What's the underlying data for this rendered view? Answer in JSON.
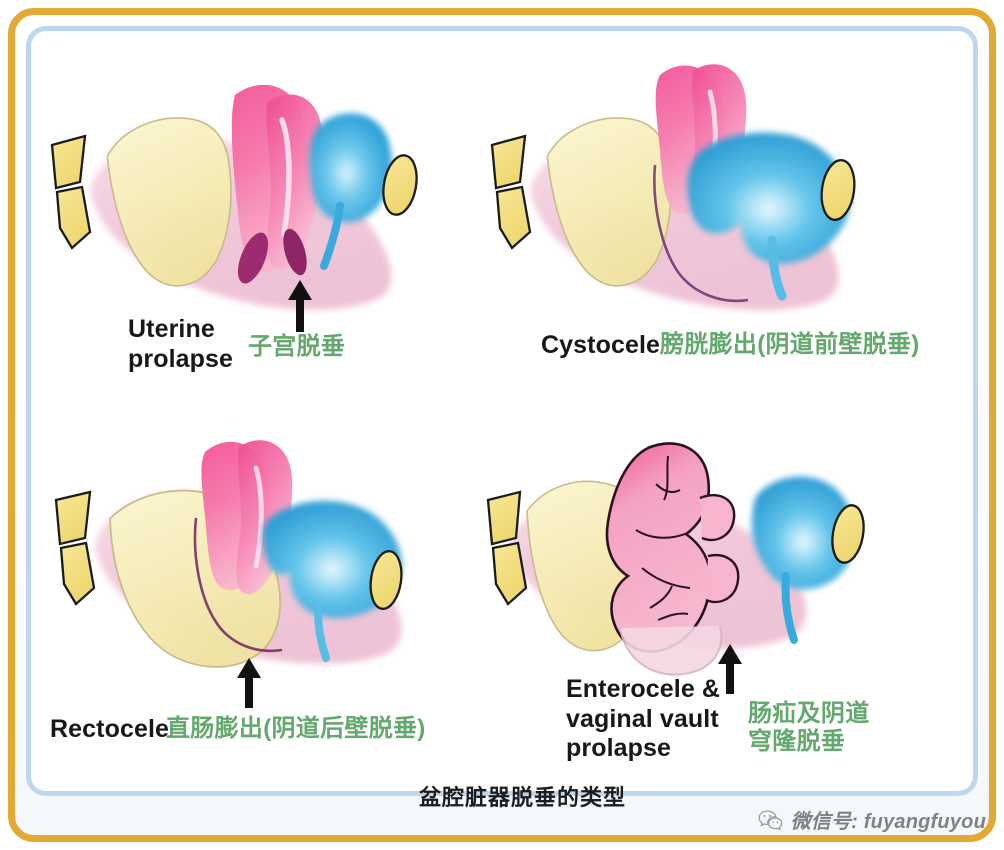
{
  "poster": {
    "caption": "盆腔脏器脱垂的类型",
    "frame_outer_color": "#e2a935",
    "frame_inner_color": "#bfd6ef",
    "background": "#ffffff"
  },
  "colors": {
    "label_english": "#18181a",
    "label_chinese": "#63a86d",
    "uterus_pink": "#f0609a",
    "uterus_pink_light": "#f7a7c4",
    "bladder_blue": "#2fa8dd",
    "bladder_blue_light": "#8ed6f2",
    "rectum_cream": "#f6edbb",
    "bone_yellow": "#f2dd7e",
    "tissue_pink": "#f2c6d6",
    "cervix_magenta": "#a32c72",
    "outline_dark": "#2a1020",
    "arrow": "#111111"
  },
  "panels": [
    {
      "id": "uterine-prolapse",
      "label_en": "Uterine\nprolapse",
      "label_cn": "子宫脱垂",
      "arrow": "up-arrow",
      "position": "top-left"
    },
    {
      "id": "cystocele",
      "label_en": "Cystocele",
      "label_cn": "膀胱膨出(阴道前壁脱垂)",
      "arrow": "none",
      "position": "top-right"
    },
    {
      "id": "rectocele",
      "label_en": "Rectocele",
      "label_cn": "直肠膨出(阴道后壁脱垂)",
      "arrow": "up-arrow",
      "position": "bottom-left"
    },
    {
      "id": "enterocele",
      "label_en": "Enterocele &\nvaginal vault\nprolapse",
      "label_cn": "肠疝及阴道\n穹隆脱垂",
      "arrow": "up-arrow",
      "position": "bottom-right"
    }
  ],
  "footer": {
    "text": "微信号: fuyangfuyou",
    "icon": "wechat-icon"
  }
}
